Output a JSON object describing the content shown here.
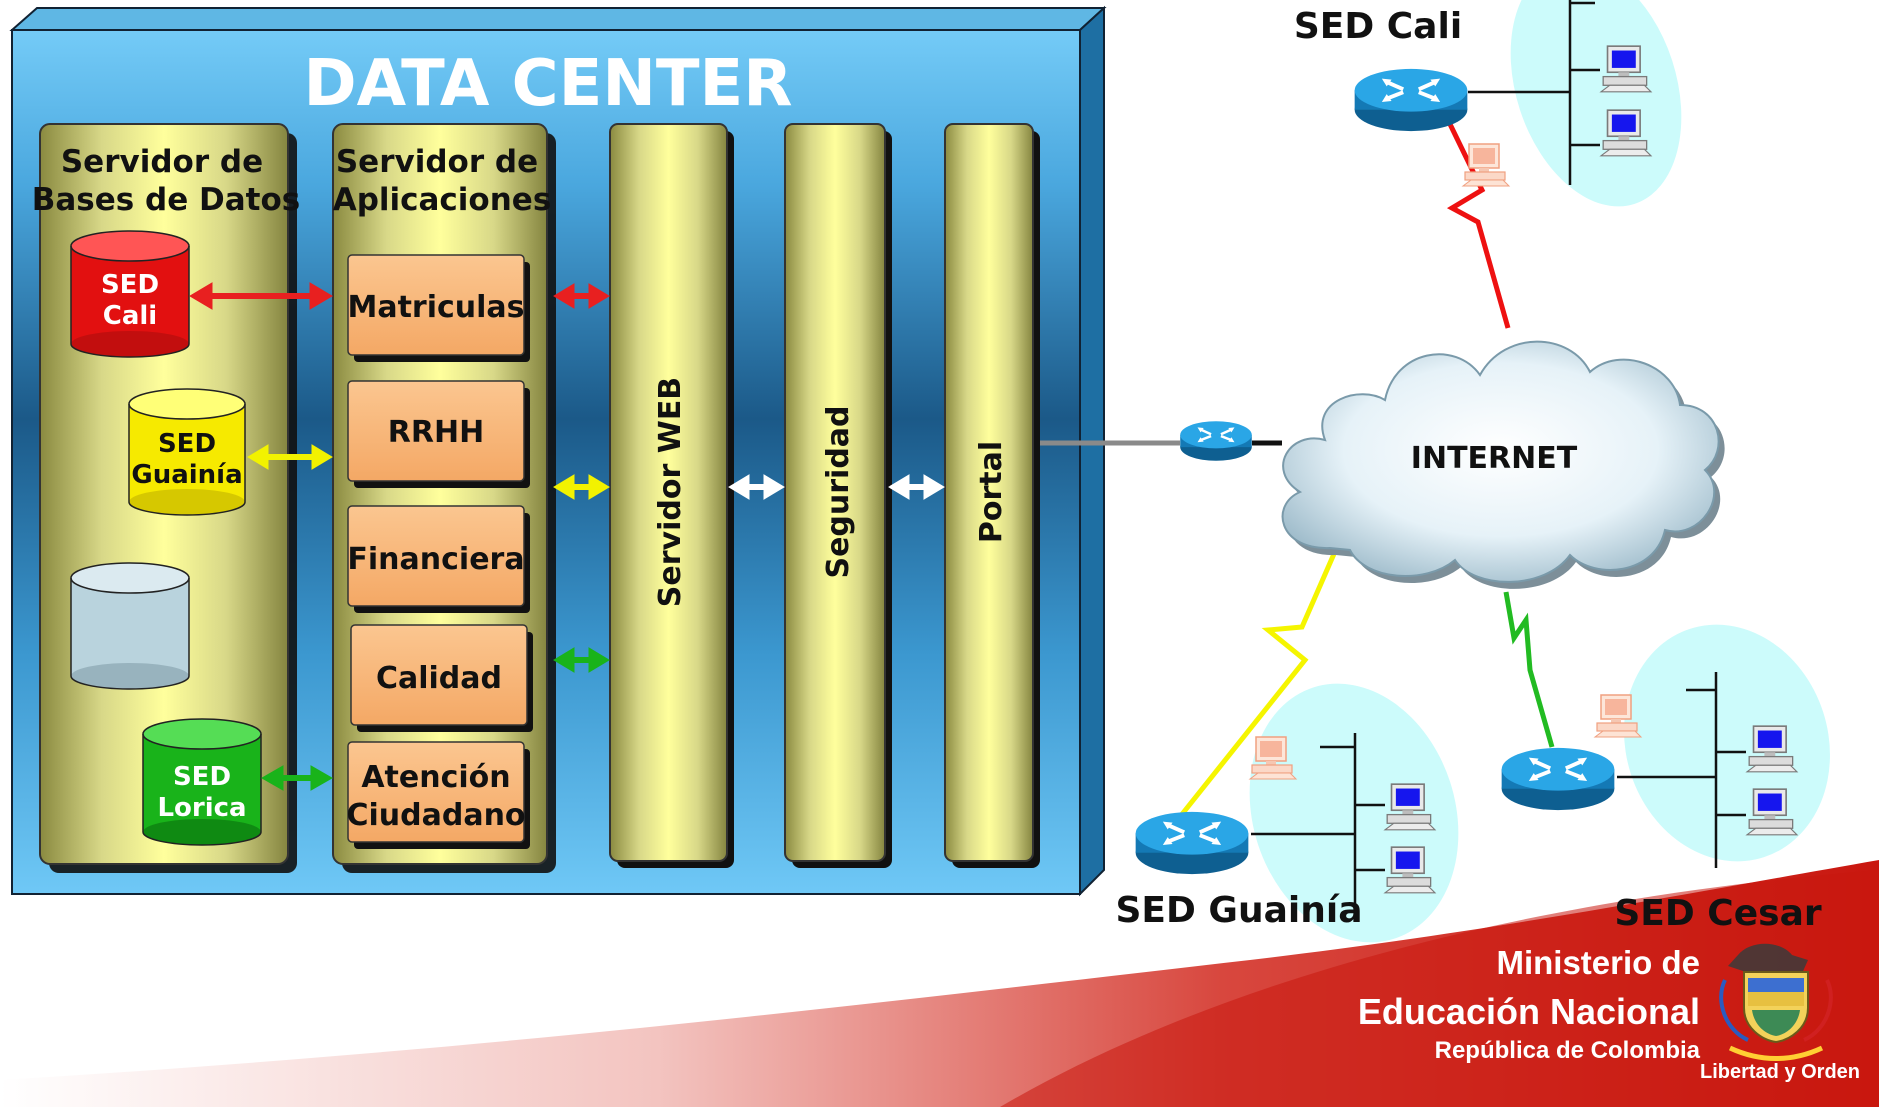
{
  "data_center": {
    "title": "DATA CENTER",
    "db_server": {
      "label_line1": "Servidor de",
      "label_line2": "Bases de Datos",
      "databases": [
        {
          "line1": "SED",
          "line2": "Cali",
          "color": "#e01010"
        },
        {
          "line1": "SED",
          "line2": "Guainía",
          "color": "#f5ea00"
        },
        {
          "line1": "",
          "line2": "",
          "color": "#b9d3dd"
        },
        {
          "line1": "SED",
          "line2": "Lorica",
          "color": "#19b31a"
        }
      ]
    },
    "app_server": {
      "label_line1": "Servidor de",
      "label_line2": "Aplicaciones",
      "modules": [
        {
          "line1": "Matriculas",
          "line2": ""
        },
        {
          "line1": "RRHH",
          "line2": ""
        },
        {
          "line1": "Financiera",
          "line2": ""
        },
        {
          "line1": "Calidad",
          "line2": ""
        },
        {
          "line1": "Atención",
          "line2": "Ciudadano"
        }
      ]
    },
    "columns": [
      "Servidor WEB",
      "Seguridad",
      "Portal"
    ]
  },
  "network": {
    "cloud_label": "INTERNET",
    "sites": [
      {
        "name": "SED Cali",
        "link_color": "#ee1111"
      },
      {
        "name": "SED Guainía",
        "link_color": "#f5f500"
      },
      {
        "name": "SED Cesar",
        "link_color": "#22bb22"
      }
    ]
  },
  "branding": {
    "line1": "Ministerio de",
    "line2": "Educación Nacional",
    "line3": "República de Colombia",
    "motto": "Libertad y Orden"
  },
  "colors": {
    "dc_blue_light": "#6cc6f5",
    "dc_blue_dark": "#1f5e8c",
    "column_fill": "#ffff99",
    "module_fill": "#f9b77b",
    "lan_ellipse": "#c8fafa",
    "router_blue": "#1a8fd1",
    "brand_red": "#c9170f"
  }
}
